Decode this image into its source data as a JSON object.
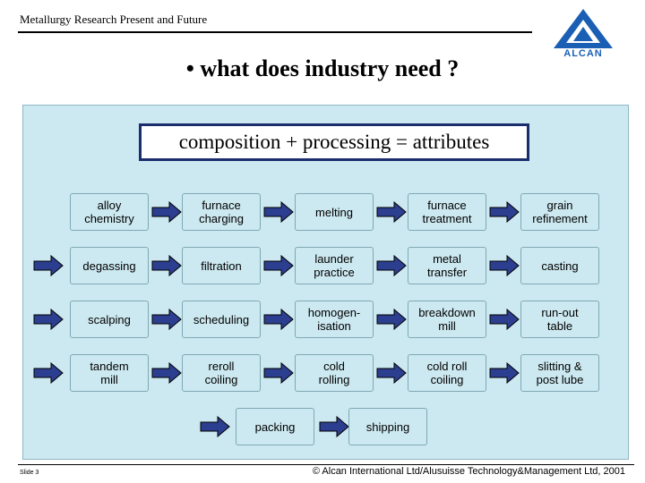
{
  "header": {
    "title": "Metallurgy Research Present and Future"
  },
  "logo": {
    "text": "ALCAN",
    "color": "#1a5fb4"
  },
  "headline": "• what does industry need ?",
  "formula": "composition + processing = attributes",
  "rows": [
    [
      "alloy\nchemistry",
      "furnace\ncharging",
      "melting",
      "furnace\ntreatment",
      "grain\nrefinement"
    ],
    [
      "degassing",
      "filtration",
      "launder\npractice",
      "metal\ntransfer",
      "casting"
    ],
    [
      "scalping",
      "scheduling",
      "homogen-\nisation",
      "breakdown\nmill",
      "run-out\ntable"
    ],
    [
      "tandem\nmill",
      "reroll\ncoiling",
      "cold\nrolling",
      "cold roll\ncoiling",
      "slitting &\npost lube"
    ]
  ],
  "final_row": [
    "packing",
    "shipping"
  ],
  "footer": {
    "slide": "Slide 3",
    "copyright": "© Alcan International Ltd/Alusuisse Technology&Management Ltd, 2001"
  },
  "colors": {
    "panel": "#cce8f0",
    "arrow_fill": "#2c3e8f",
    "formula_border": "#1a2e6e"
  }
}
